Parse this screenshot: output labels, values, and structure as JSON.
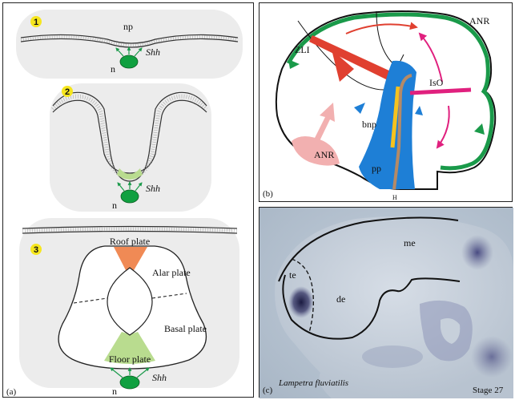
{
  "panel_a": {
    "label": "(a)",
    "stage1": {
      "number": "1",
      "np": "np",
      "shh": "Shh",
      "n": "n"
    },
    "stage2": {
      "number": "2",
      "shh": "Shh",
      "n": "n"
    },
    "stage3": {
      "number": "3",
      "roof": "Roof plate",
      "alar": "Alar plate",
      "basal": "Basal plate",
      "floor": "Floor plate",
      "shh": "Shh",
      "n": "n"
    }
  },
  "panel_b": {
    "label": "(b)",
    "anr_top": "ANR",
    "zli": "ZLI",
    "iso": "IsO",
    "bnp": "bnp",
    "anr_bottom": "ANR",
    "pp": "pp",
    "h": "H"
  },
  "panel_c": {
    "label": "(c)",
    "me": "me",
    "te": "te",
    "de": "de",
    "species": "Lampetra fluviatilis",
    "stage": "Stage 27"
  },
  "colors": {
    "green": "#1a9a4a",
    "stage_yellow": "#f6e61e",
    "roof_orange": "#f08a55",
    "floor_green": "#b9dc8f",
    "blue": "#1e7fd6",
    "magenta": "#e0207e",
    "red": "#e04030",
    "pink": "#f2b0b0",
    "bg_gray": "#ececec"
  }
}
